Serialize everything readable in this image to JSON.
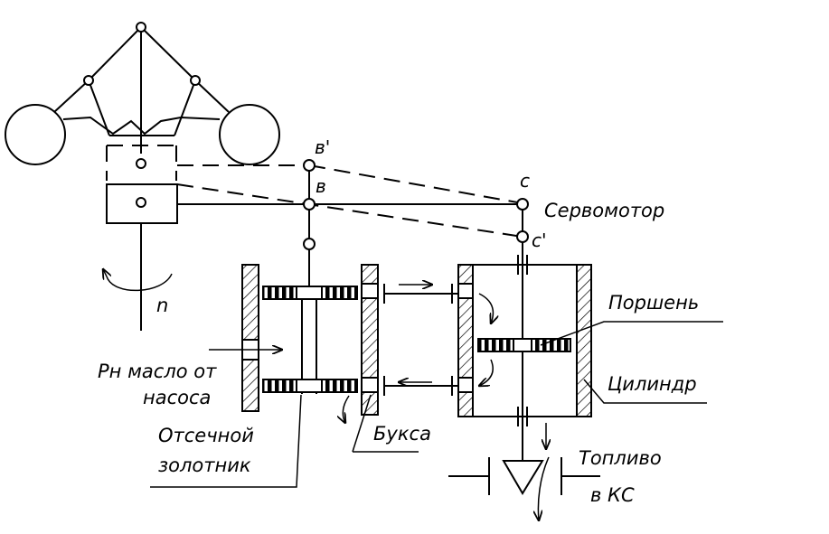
{
  "labels": {
    "point_b_prime": "в'",
    "point_b": "в",
    "point_c": "с",
    "point_c_prime": "с'",
    "servomotor": "Сервомотор",
    "rotation": "n",
    "piston": "Поршень",
    "cylinder": "Цилиндр",
    "oil_line1": "Рн масло от",
    "oil_line2": "насоса",
    "bushing": "Букса",
    "valve_line1": "Отсечной",
    "valve_line2": "золотник",
    "fuel_line1": "Топливо",
    "fuel_line2": "в КС"
  }
}
